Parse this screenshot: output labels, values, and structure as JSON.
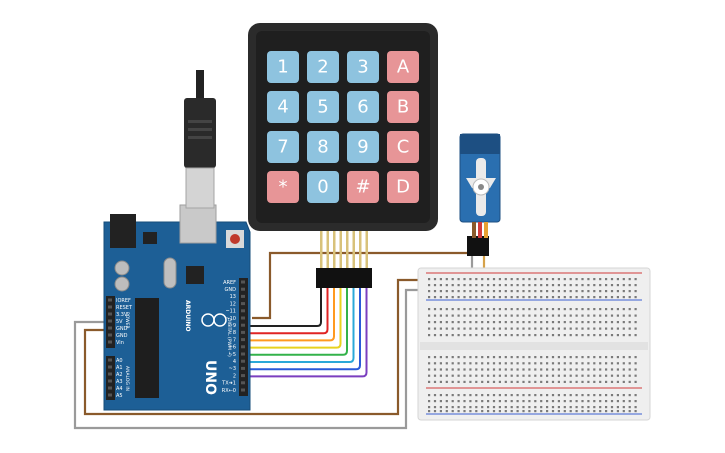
{
  "keypad": {
    "keys": [
      {
        "label": "1",
        "type": "num"
      },
      {
        "label": "2",
        "type": "num"
      },
      {
        "label": "3",
        "type": "num"
      },
      {
        "label": "A",
        "type": "letter"
      },
      {
        "label": "4",
        "type": "num"
      },
      {
        "label": "5",
        "type": "num"
      },
      {
        "label": "6",
        "type": "num"
      },
      {
        "label": "B",
        "type": "letter"
      },
      {
        "label": "7",
        "type": "num"
      },
      {
        "label": "8",
        "type": "num"
      },
      {
        "label": "9",
        "type": "num"
      },
      {
        "label": "C",
        "type": "letter"
      },
      {
        "label": "*",
        "type": "letter"
      },
      {
        "label": "0",
        "type": "num"
      },
      {
        "label": "#",
        "type": "letter"
      },
      {
        "label": "D",
        "type": "letter"
      }
    ]
  },
  "arduino": {
    "model": "UNO",
    "brand": "ARDUINO",
    "digital_header": "DIGITAL (PWM ~)",
    "digital_pins": [
      "AREF",
      "GND",
      "13",
      "12",
      "~11",
      "~10",
      "~9",
      "8",
      "7",
      "~6",
      "~5",
      "4",
      "~3",
      "2",
      "TX➔1",
      "RX←0"
    ],
    "power_label": "POWER",
    "power_pins": [
      "IOREF",
      "RESET",
      "3.3V",
      "5V",
      "GND",
      "GND",
      "Vin"
    ],
    "analog_label": "ANALOG IN",
    "analog_pins": [
      "A0",
      "A1",
      "A2",
      "A3",
      "A4",
      "A5"
    ]
  },
  "colors": {
    "board": "#1d5f96",
    "keypad_body": "#2b2b2b",
    "key_num": "#8ec3df",
    "key_letter": "#e79597",
    "servo_body": "#2a6fb0",
    "breadboard": "#efefef",
    "wire_brown": "#8a5a2b",
    "wire_gray": "#9a9a9a",
    "rail_red": "#d23b3b",
    "rail_blue": "#3b5fd2"
  },
  "keypad_wires": [
    "#222222",
    "#e02424",
    "#ff9a1f",
    "#e8d21e",
    "#33b24a",
    "#2aa8d8",
    "#2a5ad8",
    "#7b3fbf"
  ]
}
